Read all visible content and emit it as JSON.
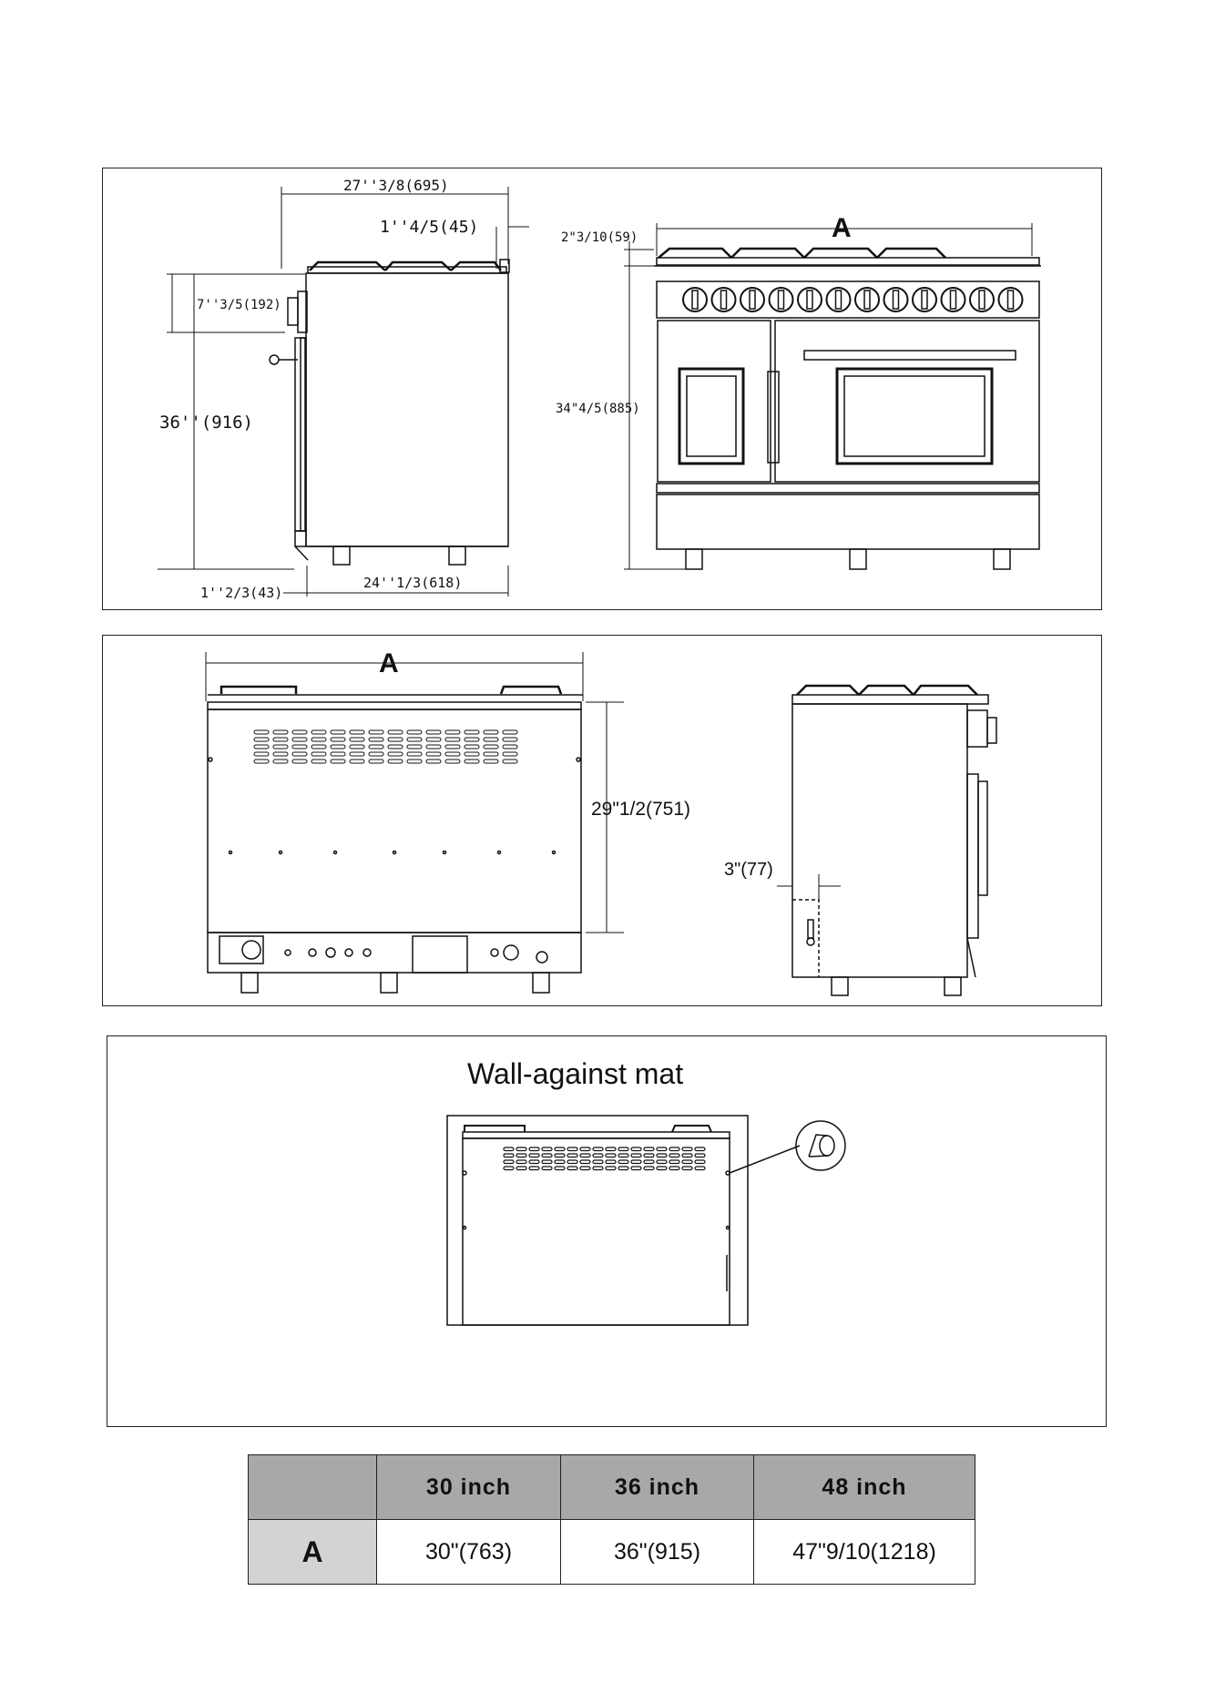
{
  "top_panel": {
    "side_depth_total": "27''3/8(695)",
    "side_top_offset": "1''4/5(45)",
    "side_knob_height": "7''3/5(192)",
    "side_height": "36''(916)",
    "side_front_offset": "1''2/3(43)",
    "side_body_depth": "24''1/3(618)",
    "front_top_height": "2\"3/10(59)",
    "front_width_label": "A",
    "front_body_height": "34\"4/5(885)"
  },
  "middle_panel": {
    "rear_width_label": "A",
    "rear_height": "29\"1/2(751)",
    "side_gap": "3\"(77)"
  },
  "mat_panel": {
    "title": "Wall-against mat"
  },
  "table": {
    "headers": [
      "",
      "30 inch",
      "36 inch",
      "48 inch"
    ],
    "rows": [
      {
        "label": "A",
        "values": [
          "30\"(763)",
          "36\"(915)",
          "47\"9/10(1218)"
        ]
      }
    ]
  }
}
